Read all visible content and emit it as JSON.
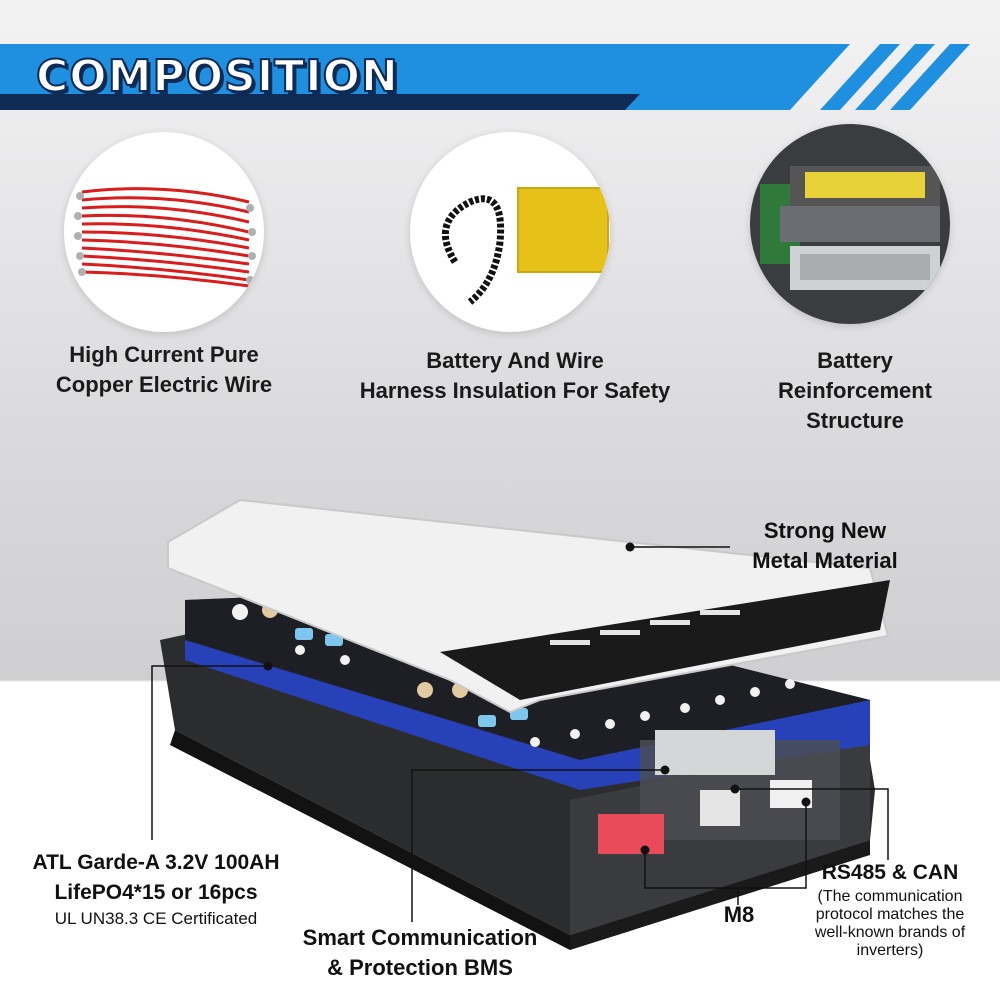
{
  "banner": {
    "title": "COMPOSITION",
    "color": "#1f8fe0"
  },
  "features": [
    {
      "icon": "copper-wire-icon",
      "lines": [
        "High Current Pure",
        "Copper Electric Wire"
      ]
    },
    {
      "icon": "insulation-icon",
      "lines": [
        "Battery And Wire",
        "Harness Insulation For Safety"
      ]
    },
    {
      "icon": "reinforcement-icon",
      "lines": [
        "Battery",
        "Reinforcement",
        "Structure"
      ]
    }
  ],
  "callouts": {
    "metal": [
      "Strong New",
      "Metal Material"
    ],
    "cells": {
      "lines": [
        "ATL Garde-A 3.2V 100AH",
        "LifePO4*15 or 16pcs"
      ],
      "sub": "UL UN38.3 CE Certificated"
    },
    "bms": [
      "Smart Communication",
      "& Protection BMS"
    ],
    "m8": "M8",
    "comm": {
      "title": "RS485 & CAN",
      "desc": [
        "(The communication",
        "protocol matches the",
        "well-known brands of",
        "inverters)"
      ]
    }
  }
}
